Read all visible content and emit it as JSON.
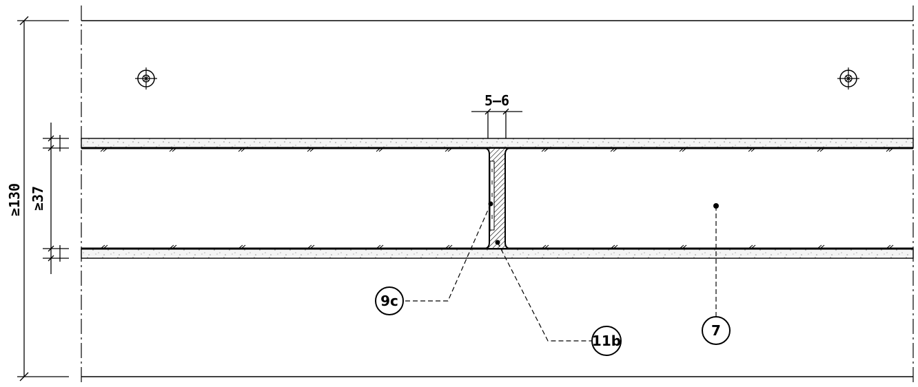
{
  "dimensions": {
    "overall": "≥130",
    "cavity": "≥37",
    "joint_width": "5–6"
  },
  "callouts": [
    {
      "id": "callout-9c",
      "label": "9c"
    },
    {
      "id": "callout-11b",
      "label": "11b"
    },
    {
      "id": "callout-7",
      "label": "7"
    }
  ],
  "colors": {
    "line": "#000000",
    "board_fill": "#f4f4f4"
  }
}
